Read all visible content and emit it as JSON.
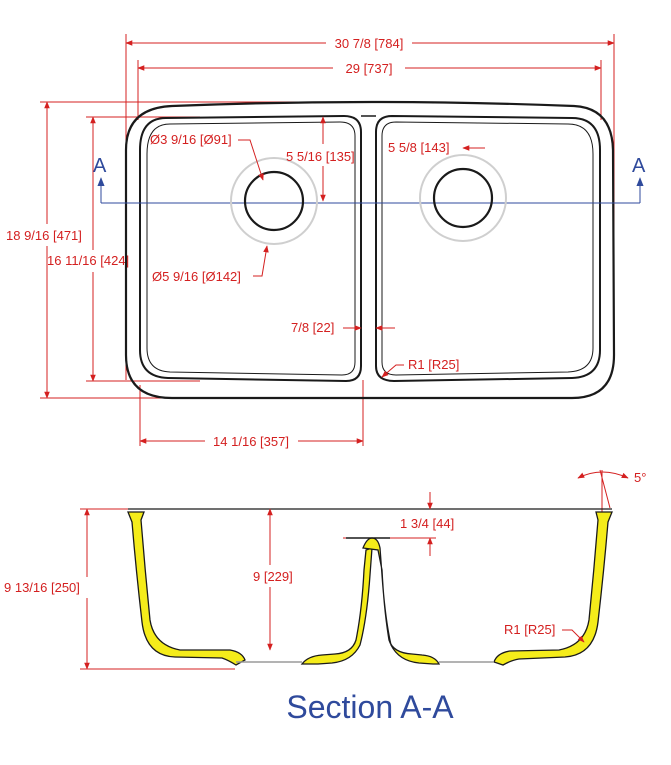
{
  "plan_view": {
    "overall_width": "30 7/8 [784]",
    "bowl_width": "29 [737]",
    "overall_height": "18 9/16 [471]",
    "bowl_height": "16 11/16 [424]",
    "drain_diameter": "Ø3 9/16 [Ø91]",
    "flange_diameter": "Ø5 9/16 [Ø142]",
    "left_drain_offset": "5 5/16 [135]",
    "right_drain_offset": "5 5/8 [143]",
    "divider_width": "7/8 [22]",
    "corner_radius": "R1 [R25]",
    "left_bowl_width": "14 1/16 [357]",
    "section_marker_left": "A",
    "section_marker_right": "A"
  },
  "section_view": {
    "draft_angle": "5°",
    "rim_to_divider": "1 3/4 [44]",
    "total_depth": "9 13/16 [250]",
    "bowl_depth": "9 [229]",
    "bottom_radius": "R1 [R25]",
    "caption": "Section A-A"
  },
  "colors": {
    "dimension": "#d42020",
    "outline": "#1a1a1a",
    "section_line": "#2f4a9c",
    "wall_fill": "#f5ec1a",
    "drain_ring": "#cfcfcf"
  }
}
